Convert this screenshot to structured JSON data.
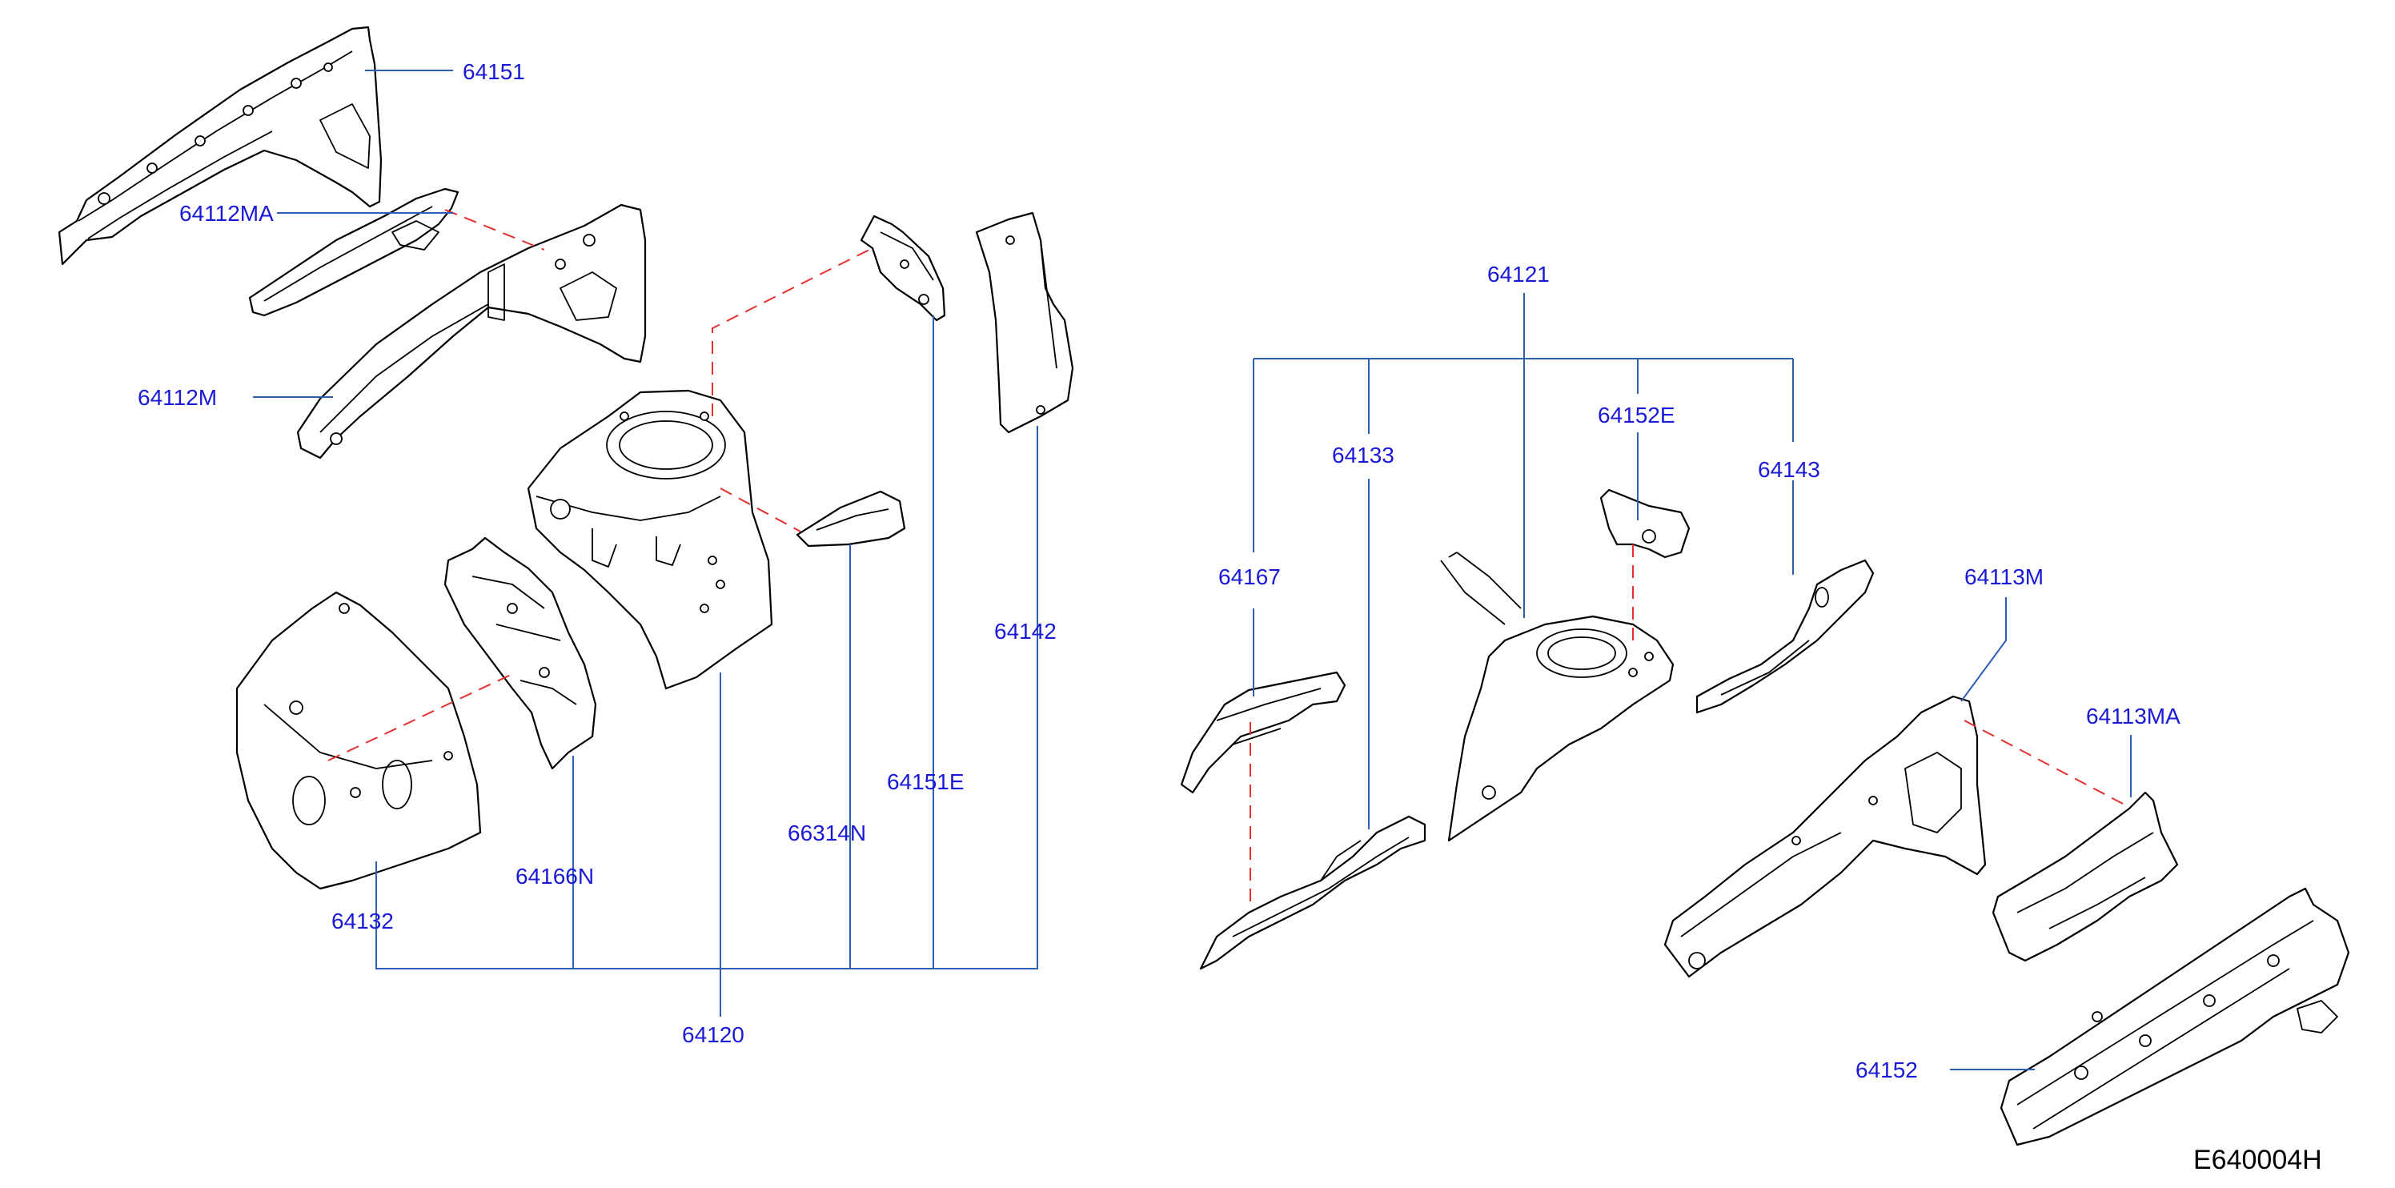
{
  "diagram_id": "E640004H",
  "colors": {
    "label": "#1a1ad6",
    "leader": "#2f5fb4",
    "dashed": "#e53030",
    "outline": "#000000"
  },
  "labels": {
    "p64151": "64151",
    "p64112MA": "64112MA",
    "p64112M": "64112M",
    "p64132": "64132",
    "p64166N": "64166N",
    "p64120": "64120",
    "p66314N": "66314N",
    "p64151E": "64151E",
    "p64142": "64142",
    "p64121": "64121",
    "p64133": "64133",
    "p64152E": "64152E",
    "p64143": "64143",
    "p64167": "64167",
    "p64113M": "64113M",
    "p64113MA": "64113MA",
    "p64152": "64152"
  }
}
